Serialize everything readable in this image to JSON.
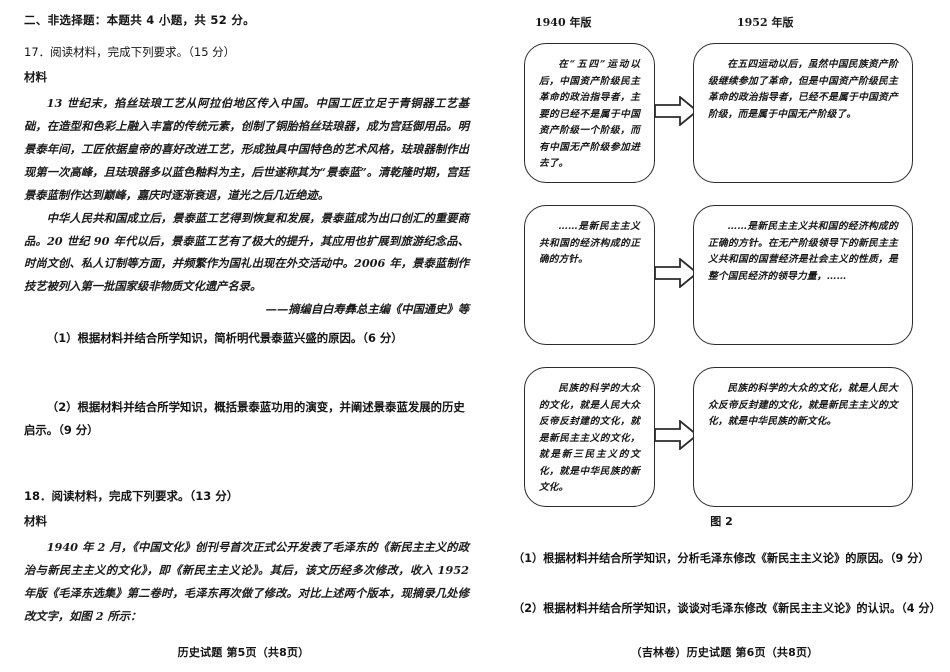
{
  "document": {
    "type": "exam-paper-scan",
    "subject": "历史试题"
  },
  "left_page": {
    "section_heading": "二、非选择题：本题共 4 小题，共 52 分。",
    "question_17": {
      "head": "17．阅读材料，完成下列要求。（15 分）",
      "material_label": "材料",
      "paragraphs": [
        "13 世纪末，掐丝珐琅工艺从阿拉伯地区传入中国。中国工匠立足于青铜器工艺基础，在造型和色彩上融入丰富的传统元素，创制了铜胎掐丝珐琅器，成为宫廷御用品。明景泰年间，工匠依据皇帝的喜好改进工艺，形成独具中国特色的艺术风格，珐琅器制作出现第一次高峰，且珐琅器多以蓝色釉料为主，后世遂称其为“景泰蓝”。清乾隆时期，宫廷景泰蓝制作达到巅峰，嘉庆时逐渐衰退，道光之后几近绝迹。",
        "中华人民共和国成立后，景泰蓝工艺得到恢复和发展，景泰蓝成为出口创汇的重要商品。20 世纪 90 年代以后，景泰蓝工艺有了极大的提升，其应用也扩展到旅游纪念品、时尚文创、私人订制等方面，并频繁作为国礼出现在外交活动中。2006 年，景泰蓝制作技艺被列入第一批国家级非物质文化遗产名录。"
      ],
      "source": "——摘编自白寿彝总主编《中国通史》等",
      "sub_questions": [
        "（1）根据材料并结合所学知识，简析明代景泰蓝兴盛的原因。（6 分）",
        "（2）根据材料并结合所学知识，概括景泰蓝功用的演变，并阐述景泰蓝发展的历史启示。（9 分）"
      ]
    },
    "question_18": {
      "head": "18．阅读材料，完成下列要求。（13 分）",
      "material_label": "材料",
      "paragraphs": [
        "1940 年 2 月，《中国文化》创刊号首次正式公开发表了毛泽东的《新民主主义的政治与新民主主义的文化》，即《新民主主义论》。其后，该文历经多次修改，收入 1952 年版《毛泽东选集》第二卷时，毛泽东再次做了修改。对比上述两个版本，现摘录几处修改文字，如图 2 所示："
      ]
    },
    "footer": "历史试题  第5页（共8页）"
  },
  "right_page": {
    "version_labels": {
      "left": "1940 年版",
      "right": "1952 年版"
    },
    "comparison_rows": [
      {
        "left_text": "在“五四”运动以后，中国资产阶级民主革命的政治指导者，主要的已经不是属于中国资产阶级一个阶级，而有中国无产阶级参加进去了。",
        "arrow": "right-arrow-icon",
        "right_text": "在五四运动以后，虽然中国民族资产阶级继续参加了革命，但是中国资产阶级民主革命的政治指导者，已经不是属于中国资产阶级，而是属于中国无产阶级了。"
      },
      {
        "left_text": "……是新民主主义共和国的经济构成的正确的方针。",
        "arrow": "right-arrow-icon",
        "right_text": "……是新民主主义共和国的经济构成的正确的方针。在无产阶级领导下的新民主主义共和国的国营经济是社会主义的性质，是整个国民经济的领导力量，……"
      },
      {
        "left_text": "民族的科学的大众的文化，就是人民大众反帝反封建的文化，就是新民主主义的文化，就是新三民主义的文化，就是中华民族的新文化。",
        "arrow": "right-arrow-icon",
        "right_text": "民族的科学的大众的文化，就是人民大众反帝反封建的文化，就是新民主主义的文化，就是中华民族的新文化。"
      }
    ],
    "figure_caption": "图 2",
    "sub_questions": [
      "（1）根据材料并结合所学知识，分析毛泽东修改《新民主主义论》的原因。（9 分）",
      "（2）根据材料并结合所学知识，谈谈对毛泽东修改《新民主主义论》的认识。（4 分）"
    ],
    "footer": "（吉林卷）历史试题  第6页（共8页）"
  }
}
